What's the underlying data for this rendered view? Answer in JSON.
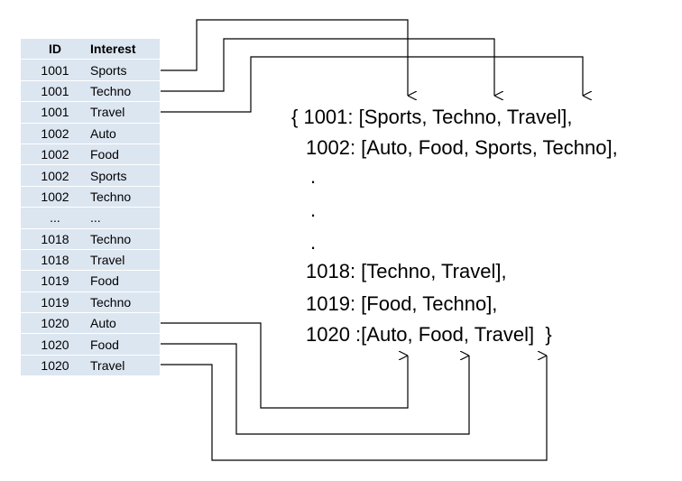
{
  "table": {
    "headers": [
      "ID",
      "Interest"
    ],
    "rows": [
      [
        "1001",
        "Sports"
      ],
      [
        "1001",
        "Techno"
      ],
      [
        "1001",
        "Travel"
      ],
      [
        "1002",
        "Auto"
      ],
      [
        "1002",
        "Food"
      ],
      [
        "1002",
        "Sports"
      ],
      [
        "1002",
        "Techno"
      ],
      [
        "...",
        "..."
      ],
      [
        "1018",
        "Techno"
      ],
      [
        "1018",
        "Travel"
      ],
      [
        "1019",
        "Food"
      ],
      [
        "1019",
        "Techno"
      ],
      [
        "1020",
        "Auto"
      ],
      [
        "1020",
        "Food"
      ],
      [
        "1020",
        "Travel"
      ]
    ]
  },
  "dictionary": {
    "lines": [
      "{ 1001: [Sports, Techno, Travel],",
      "1002: [Auto, Food, Sports, Techno],",
      ".",
      ".",
      ".",
      "1018: [Techno, Travel],",
      "1019: [Food, Techno],",
      "1020 :[Auto, Food, Travel]  }"
    ]
  }
}
